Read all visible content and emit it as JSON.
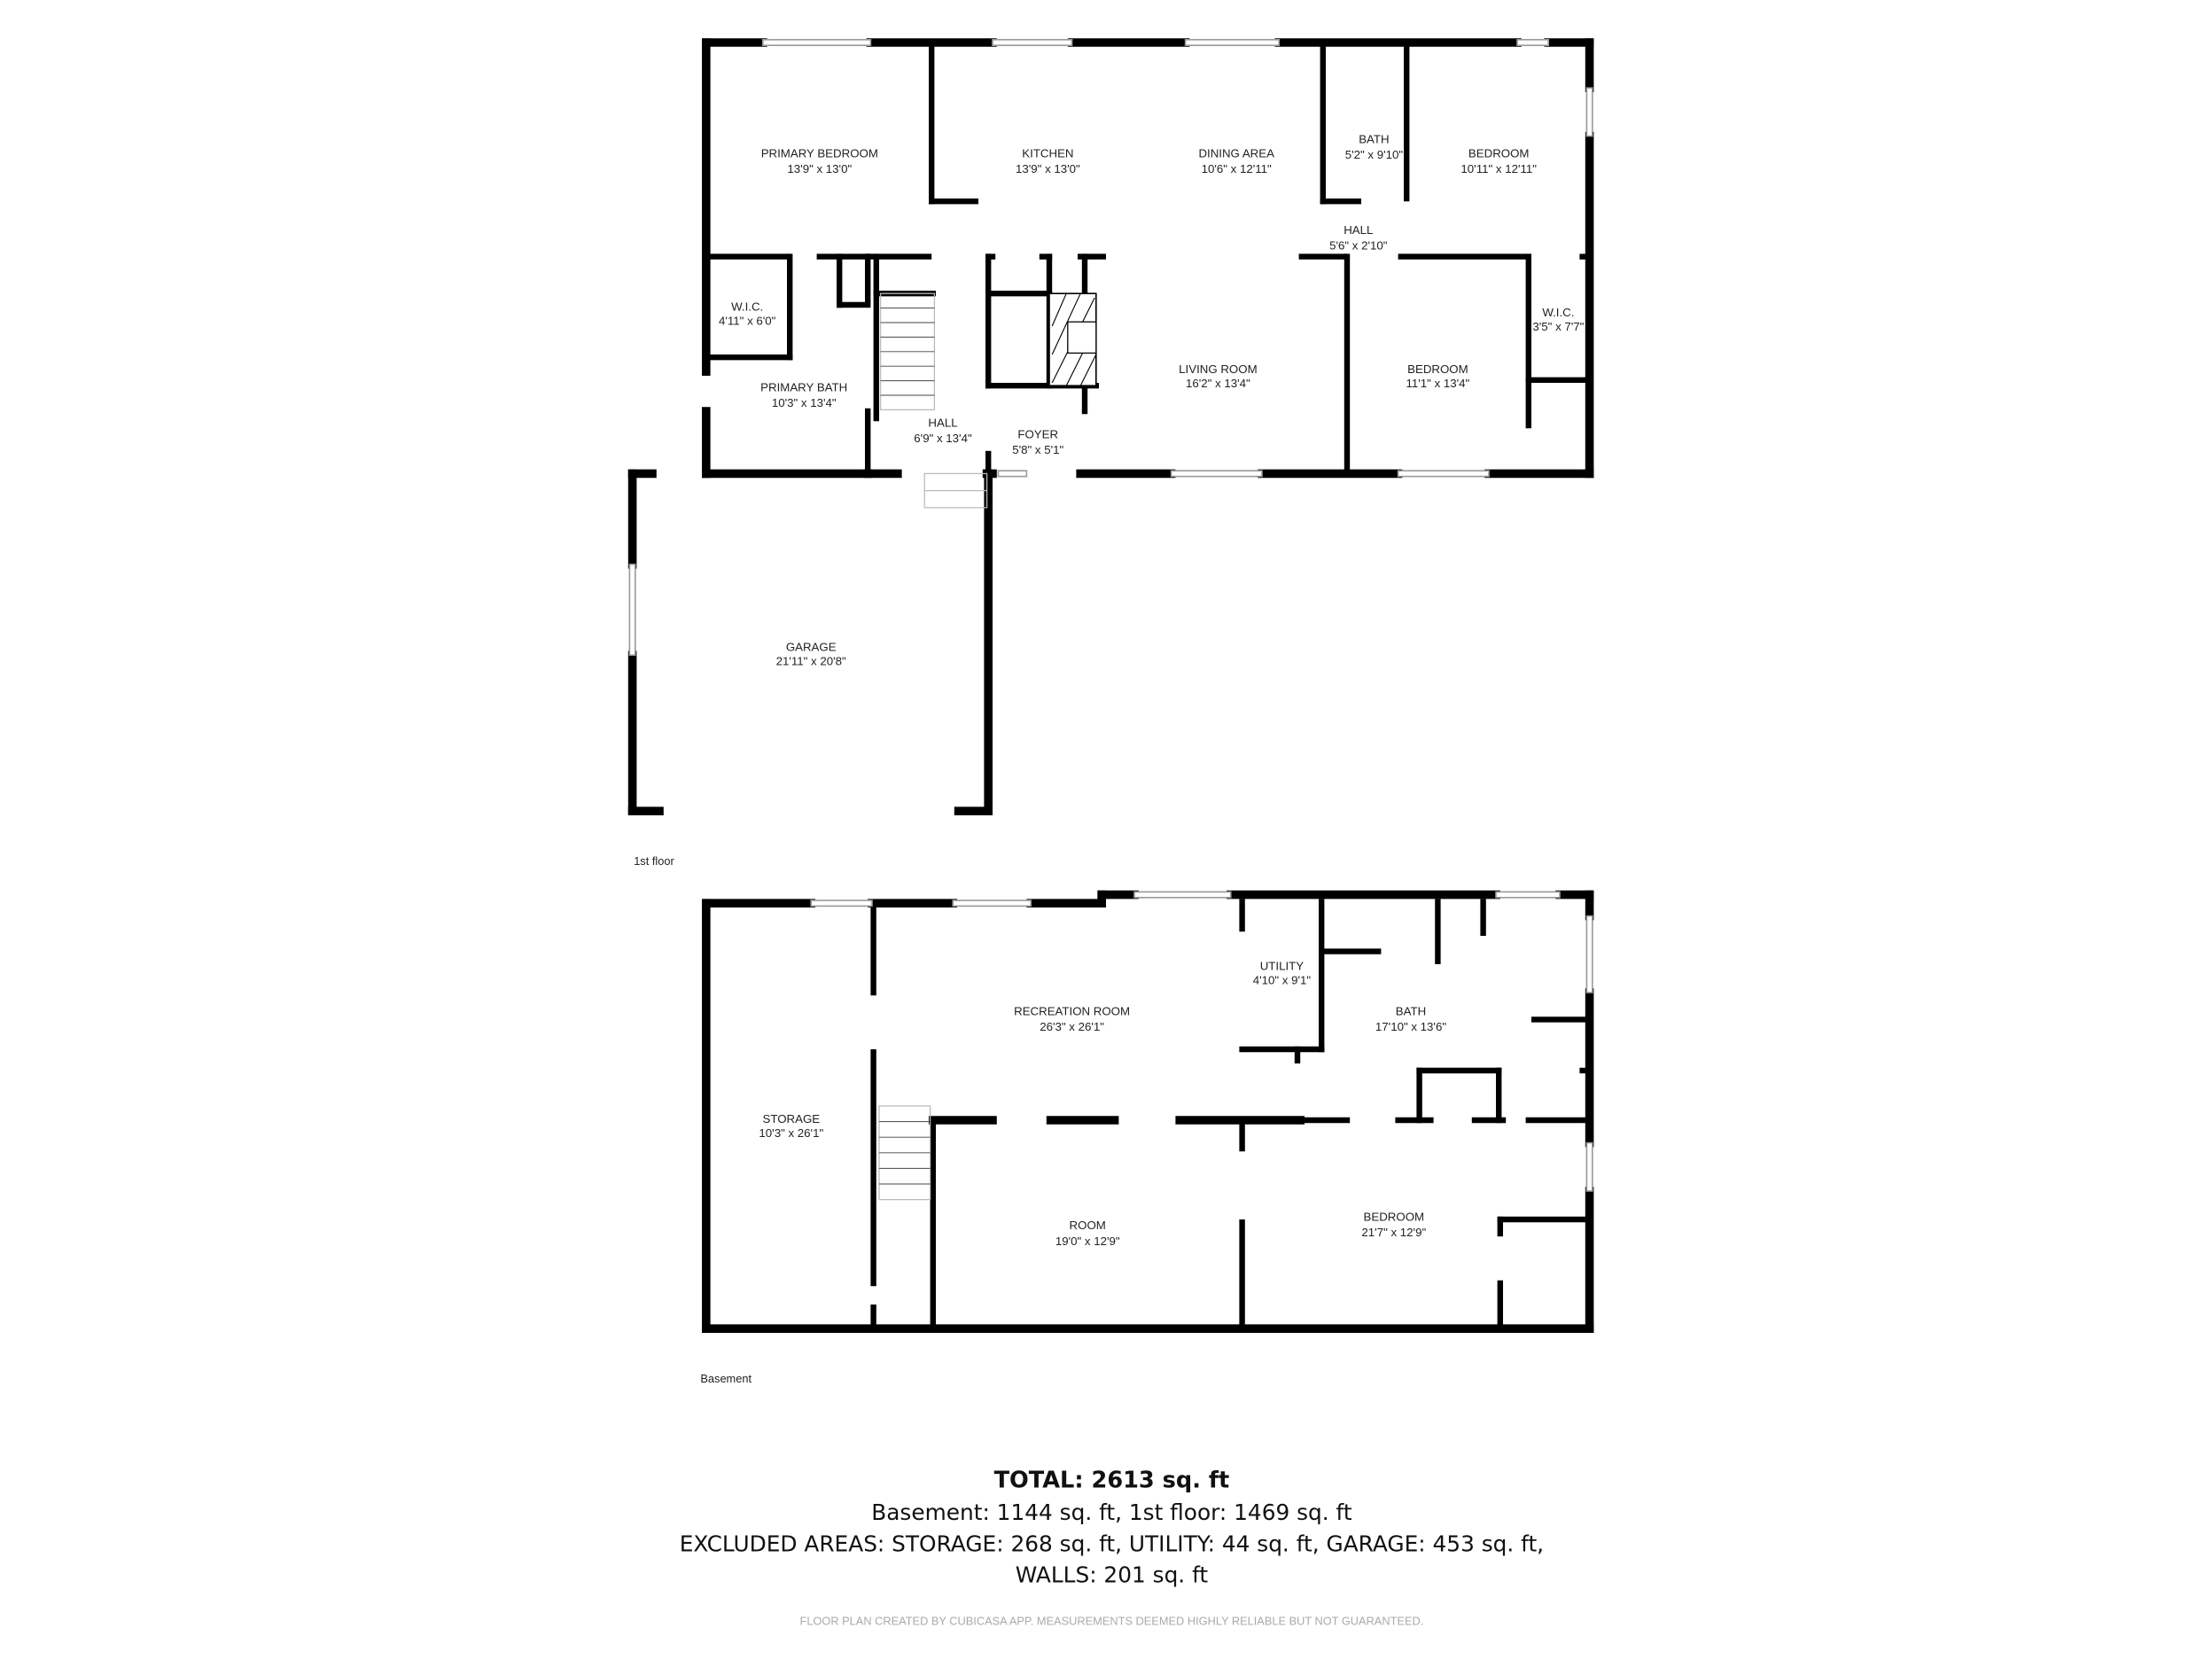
{
  "first_floor": {
    "label": "1st floor",
    "rooms": [
      {
        "name": "PRIMARY BEDROOM",
        "dims": "13'9\" x 13'0\""
      },
      {
        "name": "KITCHEN",
        "dims": "13'9\" x 13'0\""
      },
      {
        "name": "DINING AREA",
        "dims": "10'6\" x 12'11\""
      },
      {
        "name": "BATH",
        "dims": "5'2\" x 9'10\""
      },
      {
        "name": "BEDROOM",
        "dims": "10'11\" x 12'11\""
      },
      {
        "name": "HALL",
        "dims": "5'6\" x 2'10\""
      },
      {
        "name": "W.I.C.",
        "dims": "4'11\" x 6'0\""
      },
      {
        "name": "PRIMARY BATH",
        "dims": "10'3\" x 13'4\""
      },
      {
        "name": "HALL",
        "dims": "6'9\" x 13'4\""
      },
      {
        "name": "FOYER",
        "dims": "5'8\" x 5'1\""
      },
      {
        "name": "LIVING ROOM",
        "dims": "16'2\" x 13'4\""
      },
      {
        "name": "BEDROOM",
        "dims": "11'1\" x 13'4\""
      },
      {
        "name": "W.I.C.",
        "dims": "3'5\" x 7'7\""
      },
      {
        "name": "GARAGE",
        "dims": "21'11\" x 20'8\""
      }
    ]
  },
  "basement": {
    "label": "Basement",
    "rooms": [
      {
        "name": "STORAGE",
        "dims": "10'3\" x 26'1\""
      },
      {
        "name": "RECREATION ROOM",
        "dims": "26'3\" x 26'1\""
      },
      {
        "name": "UTILITY",
        "dims": "4'10\" x 9'1\""
      },
      {
        "name": "BATH",
        "dims": "17'10\" x 13'6\""
      },
      {
        "name": "ROOM",
        "dims": "19'0\" x 12'9\""
      },
      {
        "name": "BEDROOM",
        "dims": "21'7\" x 12'9\""
      }
    ]
  },
  "summary": {
    "total": "TOTAL: 2613 sq. ft",
    "floors": "Basement: 1144 sq. ft, 1st floor: 1469 sq. ft",
    "excluded_line1": "EXCLUDED AREAS: STORAGE: 268 sq. ft, UTILITY: 44 sq. ft, GARAGE: 453 sq. ft,",
    "excluded_line2": "WALLS: 201 sq. ft",
    "disclaimer": "FLOOR PLAN CREATED BY CUBICASA APP. MEASUREMENTS DEEMED HIGHLY RELIABLE BUT NOT GUARANTEED."
  }
}
